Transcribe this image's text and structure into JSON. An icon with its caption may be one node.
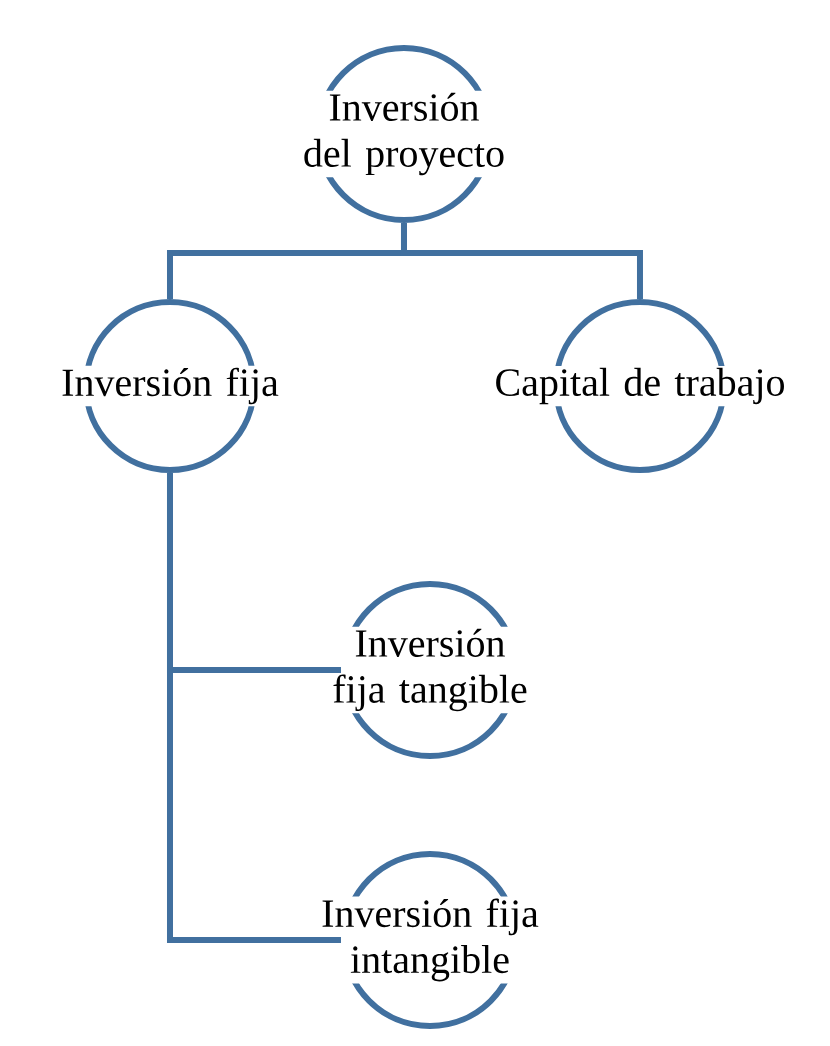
{
  "diagram": {
    "nodes": [
      {
        "text": [
          "Inversión del proyecto"
        ]
      },
      {
        "text": [
          "Inversión fija"
        ]
      },
      {
        "text": [
          "Capital de trabajo"
        ]
      },
      {
        "text": [
          "Inversión fija tangible"
        ]
      },
      {
        "text": [
          "Inversión fija intangible"
        ]
      }
    ],
    "edges": [
      {
        "from": 0,
        "to": 1,
        "arrow": "none"
      },
      {
        "from": 0,
        "to": 2,
        "arrow": "none"
      },
      {
        "from": 1,
        "to": 3,
        "arrow": "none"
      },
      {
        "from": 1,
        "to": 4,
        "arrow": "none"
      }
    ]
  }
}
